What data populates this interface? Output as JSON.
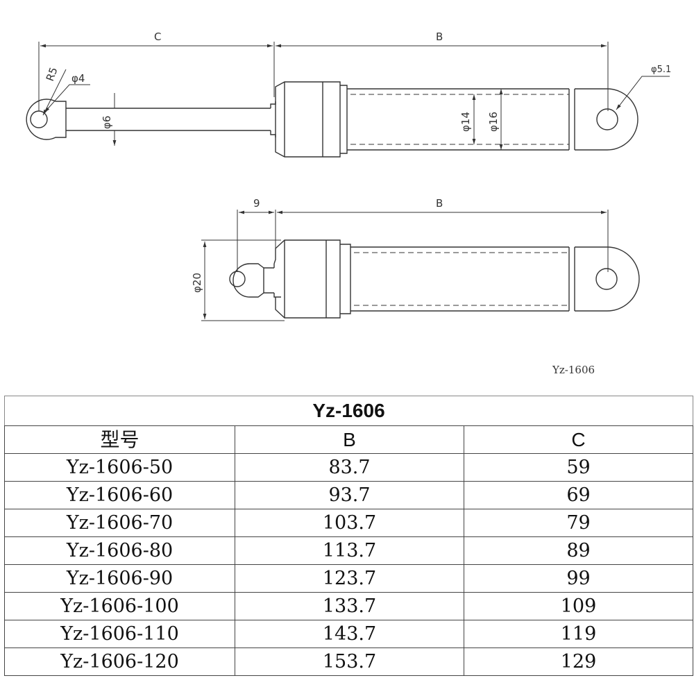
{
  "drawing": {
    "model_label": "Yz-1606",
    "view1": {
      "dim_c": "C",
      "dim_b": "B",
      "radius": "R5",
      "phi4": "φ4",
      "phi6": "φ6",
      "phi14": "φ14",
      "phi16": "φ16",
      "phi51": "φ5.1"
    },
    "view2": {
      "dim_9": "9",
      "dim_b": "B",
      "phi20": "φ20"
    }
  },
  "table": {
    "title": "Yz-1606",
    "headers": [
      "型号",
      "B",
      "C"
    ],
    "rows": [
      [
        "Yz-1606-50",
        "83.7",
        "59"
      ],
      [
        "Yz-1606-60",
        "93.7",
        "69"
      ],
      [
        "Yz-1606-70",
        "103.7",
        "79"
      ],
      [
        "Yz-1606-80",
        "113.7",
        "89"
      ],
      [
        "Yz-1606-90",
        "123.7",
        "99"
      ],
      [
        "Yz-1606-100",
        "133.7",
        "109"
      ],
      [
        "Yz-1606-110",
        "143.7",
        "119"
      ],
      [
        "Yz-1606-120",
        "153.7",
        "129"
      ]
    ]
  }
}
